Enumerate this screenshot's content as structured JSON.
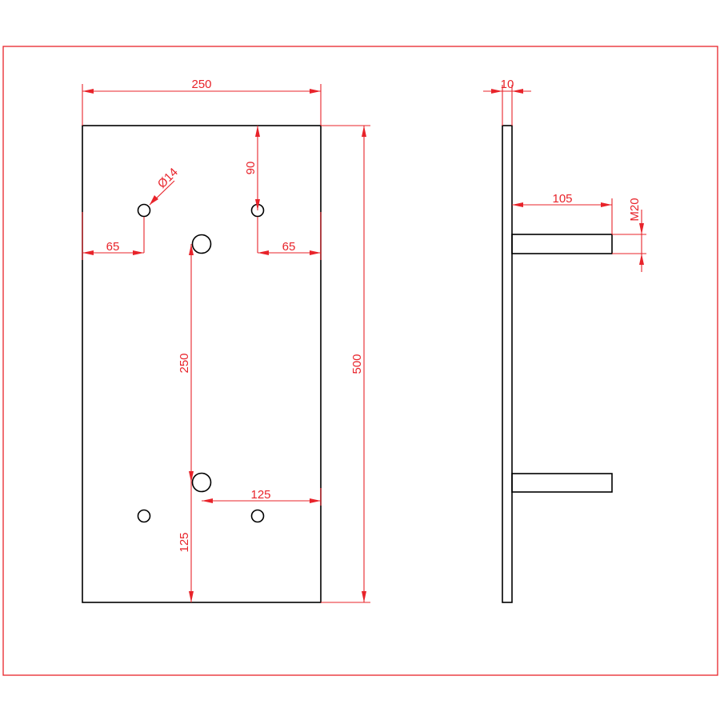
{
  "colors": {
    "dimension": "#e8232a",
    "part_outline": "#000000",
    "background": "#ffffff"
  },
  "front_view": {
    "dims": {
      "width": "250",
      "height": "500",
      "hole_diameter": "Ø14",
      "hole_offset_left": "65",
      "hole_offset_right": "65",
      "hole_offset_top": "90",
      "stud_spacing": "250",
      "stud_offset_right": "125",
      "stud_offset_bottom": "125"
    }
  },
  "side_view": {
    "dims": {
      "plate_thickness": "10",
      "stud_length": "105",
      "stud_thread": "M20"
    }
  }
}
